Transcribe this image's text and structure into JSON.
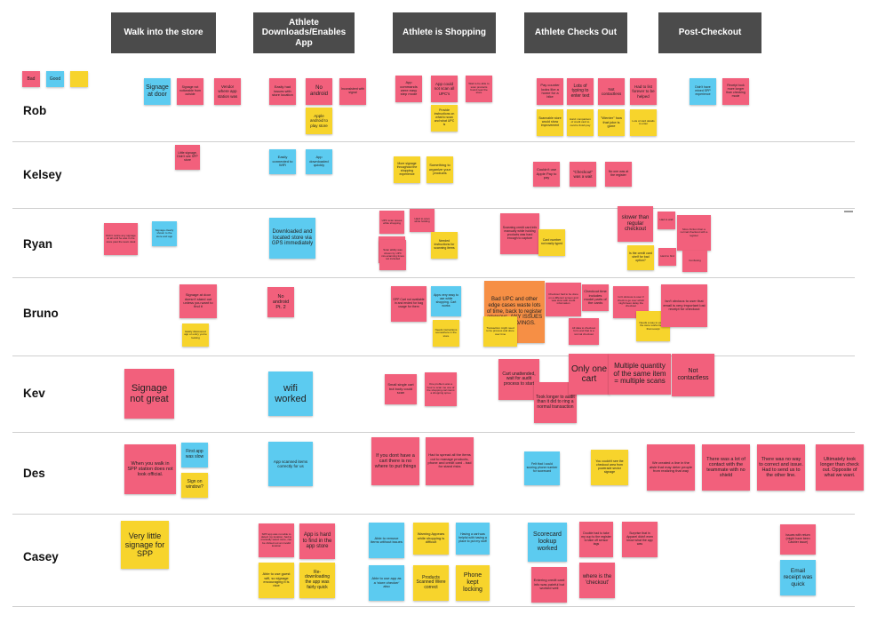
{
  "colors": {
    "bad": "#f2607c",
    "good": "#5ccbf0",
    "neutral": "#f7d42c",
    "highlight": "#f68f45",
    "header": "#4b4b4b"
  },
  "legend": {
    "bad": "Bad",
    "good": "Good",
    "neutral": ""
  },
  "phases": [
    "Walk into the store",
    "Athlete Downloads/Enables App",
    "Athlete is Shopping",
    "Athlete Checks Out",
    "Post-Checkout"
  ],
  "athletes": [
    "Rob",
    "Kelsey",
    "Ryan",
    "Bruno",
    "Kev",
    "Des",
    "Casey"
  ],
  "notes": [
    {
      "color": "blue",
      "text": "Signage at door"
    },
    {
      "color": "pink",
      "text": "Signage not noticeable from outside"
    },
    {
      "color": "pink",
      "text": "Vendor where app station was"
    },
    {
      "color": "pink",
      "text": "Easily had issues with store location"
    },
    {
      "color": "pink",
      "text": "No android"
    },
    {
      "color": "pink",
      "text": "Inconsistent with signal"
    },
    {
      "color": "yellow",
      "text": "Apple android to play store"
    },
    {
      "color": "pink",
      "text": "App commands were easy step mode"
    },
    {
      "color": "pink",
      "text": "App could not scan all UPC's"
    },
    {
      "color": "pink",
      "text": "Wait to be able to scan products found near the store"
    },
    {
      "color": "yellow",
      "text": "Provide instructions on what to scan and what UPC is"
    },
    {
      "color": "pink",
      "text": "Pay counter looks like a home for a bike"
    },
    {
      "color": "pink",
      "text": "Lots of typing to enter text"
    },
    {
      "color": "pink",
      "text": "Not contactless"
    },
    {
      "color": "pink",
      "text": "Had to list forever to be helped"
    },
    {
      "color": "blue",
      "text": "Didn't have mixed SPP experience"
    },
    {
      "color": "pink",
      "text": "Receipt took more longer than checking mode"
    },
    {
      "color": "yellow",
      "text": "Scannable store would show improvement"
    },
    {
      "color": "yellow",
      "text": "Hard: comparison of credit card to card to finish pay"
    },
    {
      "color": "yellow",
      "text": "\"Wenter\" how that joke is gone"
    },
    {
      "color": "yellow",
      "text": "Lots of card details to enter"
    },
    {
      "color": "pink",
      "text": "Little signage, Didn't see SPP store"
    },
    {
      "color": "blue",
      "text": "Easily connected to WiFi"
    },
    {
      "color": "blue",
      "text": "App downloaded quickly"
    },
    {
      "color": "yellow",
      "text": "More signage throughout the shopping experience"
    },
    {
      "color": "yellow",
      "text": "Something to organize your products"
    },
    {
      "color": "pink",
      "text": "Couldn't use Apple Pay to pay"
    },
    {
      "color": "pink",
      "text": "\"Checkout\" was a wait"
    },
    {
      "color": "pink",
      "text": "No one was at the register"
    },
    {
      "color": "pink",
      "text": "Didn't notice any signage at all until he was in the store past the team desk"
    },
    {
      "color": "blue",
      "text": "Signage clearly shown to the store and app"
    },
    {
      "color": "blue",
      "text": "Downloaded and located store via GPS immediately"
    },
    {
      "color": "pink",
      "text": "UPC scan issues while shopping"
    },
    {
      "color": "pink",
      "text": "Hard to scan while holding"
    },
    {
      "color": "pink",
      "text": "Nice UPC: scan as barcode that scanned"
    },
    {
      "color": "pink",
      "text": "Scan ability was shown by UPC mis-scanning times not included"
    },
    {
      "color": "yellow",
      "text": "Needed instructions for scanning items"
    },
    {
      "color": "pink",
      "text": "Scanning credit card info manually while holding products was hard enough to capture"
    },
    {
      "color": "yellow",
      "text": "Card number not easily typed"
    },
    {
      "color": "pink",
      "text": "slower than regular checkout"
    },
    {
      "color": "pink",
      "text": "Had to wait"
    },
    {
      "color": "pink",
      "text": "More friction than a normal checkout with a register"
    },
    {
      "color": "yellow",
      "text": "Is the credit card shelf for bad option?"
    },
    {
      "color": "pink",
      "text": "Hard to find"
    },
    {
      "color": "pink",
      "text": "Confusing"
    },
    {
      "color": "pink",
      "text": "Signage at door doesn't stand out unless you want to find it"
    },
    {
      "color": "yellow",
      "text": "Easily discovered app on entry you're looking"
    },
    {
      "color": "pink",
      "text": "No android Pt. 2"
    },
    {
      "color": "pink",
      "text": "SPP Cart not available in and ended for bag usage for them"
    },
    {
      "color": "blue",
      "text": "Apps very easy to use while shopping. Cart works"
    },
    {
      "color": "yellow",
      "text": "Needs instructions somewhere in the store"
    },
    {
      "color": "orange",
      "text": "Bad UPC and other edge cases waste lots of time, back to register anyways. ANY ISSUES BLOW SAVINGS."
    },
    {
      "color": "yellow",
      "text": "Transaction might need to be process and done over time"
    },
    {
      "color": "pink",
      "text": "Checkout had to be done on a different screen and was slow with credit information"
    },
    {
      "color": "pink",
      "text": "Checkout time includes model parts of the cards"
    },
    {
      "color": "pink",
      "text": "All data to checkout form and that is a normal checkout"
    },
    {
      "color": "pink",
      "text": "Isn't obvious to user if check is go over which might been delay the checkout"
    },
    {
      "color": "yellow",
      "text": "Needs a way to explain the store works before that receipt"
    },
    {
      "color": "pink",
      "text": "Isn't obvious to user that email is very important lost receipt for checkout"
    },
    {
      "color": "pink",
      "text": "Signage not great"
    },
    {
      "color": "blue",
      "text": "wifi worked"
    },
    {
      "color": "pink",
      "text": "Small single cart but body could scan"
    },
    {
      "color": "pink",
      "text": "One problem was a hour to scan me one of the shopping cart items a shopping spree"
    },
    {
      "color": "pink",
      "text": "Cart unattended, wait for audit process to start"
    },
    {
      "color": "pink",
      "text": "Took longer to audit than it did to ring a normal transaction"
    },
    {
      "color": "pink",
      "text": "Only one cart"
    },
    {
      "color": "pink",
      "text": "Multiple quantity of the same item = multiple scans"
    },
    {
      "color": "pink",
      "text": "Not contactless"
    },
    {
      "color": "pink",
      "text": "When you walk in SPP station does not look official."
    },
    {
      "color": "blue",
      "text": "First app was slow"
    },
    {
      "color": "yellow",
      "text": "Sign on window?"
    },
    {
      "color": "blue",
      "text": "App scanned items correctly for us"
    },
    {
      "color": "pink",
      "text": "If you dont have a cart there is no where to put things"
    },
    {
      "color": "pink",
      "text": "Had to spread all the items out to manage products, phone and credit card - bad for stand risks"
    },
    {
      "color": "blue",
      "text": "Felt that I could scoring phone number for scorecard"
    },
    {
      "color": "yellow",
      "text": "You couldn't see the checkout area from powerade sector signage"
    },
    {
      "color": "pink",
      "text": "We created a line in the aisle that may deter people from realizing that way"
    },
    {
      "color": "pink",
      "text": "There was a lot of contact with the teammate with no shield"
    },
    {
      "color": "pink",
      "text": "There was no way to correct and issue. Had to send us to the other line."
    },
    {
      "color": "pink",
      "text": "Ultimately took longer than check out. Opposite of what we want."
    },
    {
      "color": "yellow",
      "text": "Very little signage for SPP"
    },
    {
      "color": "pink",
      "text": "SPP app was not able to detect my location, had to manually select store, can be clicked out an invalid location"
    },
    {
      "color": "pink",
      "text": "App is hard to find in the app store"
    },
    {
      "color": "yellow",
      "text": "Able to use guest wifi, so signage encouraging it is nice"
    },
    {
      "color": "yellow",
      "text": "Re-downloading the app was fairly quick"
    },
    {
      "color": "blue",
      "text": "Able to remove items without issues"
    },
    {
      "color": "yellow",
      "text": "Warning Appears while shopping is difficult"
    },
    {
      "color": "blue",
      "text": "Having a cart was helpful with having a place to put my stuff"
    },
    {
      "color": "blue",
      "text": "Able to use app as a 'store checker' also"
    },
    {
      "color": "yellow",
      "text": "Products Scanned Were correct"
    },
    {
      "color": "yellow",
      "text": "Phone kept locking"
    },
    {
      "color": "blue",
      "text": "Scorecard lookup worked"
    },
    {
      "color": "pink",
      "text": "Entering credit card info was painful but worked well"
    },
    {
      "color": "pink",
      "text": "Double had to take my cup to the register to take off sensor tags"
    },
    {
      "color": "pink",
      "text": "Surprise that in Apparel didn't even know what the app was"
    },
    {
      "color": "pink",
      "text": "where is the 'checkout'"
    },
    {
      "color": "pink",
      "text": "Issues with return (might have been Cashier issue)"
    },
    {
      "color": "blue",
      "text": "Email receipt was quick"
    }
  ]
}
